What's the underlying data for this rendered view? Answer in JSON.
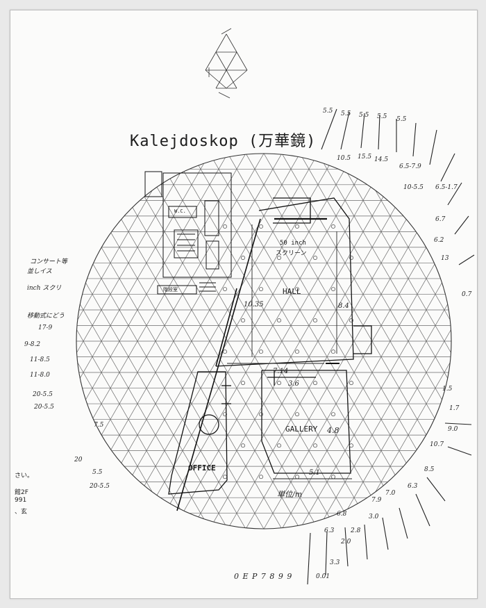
{
  "title": "Kalejdoskop (万華鏡)",
  "rooms": {
    "hall": "HALL",
    "gallery": "GALLERY",
    "office": "OFFICE",
    "screen_line1": "50 inch",
    "screen_line2": "スクリーン",
    "wc": "W.C.",
    "stairs": "階段室"
  },
  "dimensions": {
    "hall_width": "10.35",
    "hall_depth": "8.4",
    "hall_bottom": "7.14",
    "gallery_width": "3.6",
    "gallery_depth": "4.8",
    "office_bottom": "5.1",
    "scale": "単位/m"
  },
  "footer_code": "0 E P 7 8 9 9",
  "left_margin_notes": [
    "コンサート等",
    "並しイス",
    "inch スクリ",
    "移動式にどう",
    "17-9",
    "9-8.2",
    "11-8.5",
    "11-8.0",
    "20-5.5",
    "20-5.5",
    "7.5",
    "20",
    "5.5",
    "20-5.5"
  ],
  "left_edge_text": [
    "さい。",
    "館2F",
    "991",
    "、玄"
  ],
  "right_margin_notes": [
    "5.5",
    "5.5",
    "5.5",
    "5.5",
    "5.5",
    "10.5",
    "15.5",
    "14.5",
    "6.5-7.9",
    "10-5.5",
    "6.5-1.7",
    "6.7",
    "6.2",
    "13",
    "0.7",
    "1.5",
    "1.7",
    "9.0",
    "10.7",
    "8.5",
    "6.3",
    "7.0",
    "7.9",
    "3.0",
    "2.8",
    "6.8",
    "2.0",
    "6.3",
    "3.3",
    "0.01"
  ]
}
